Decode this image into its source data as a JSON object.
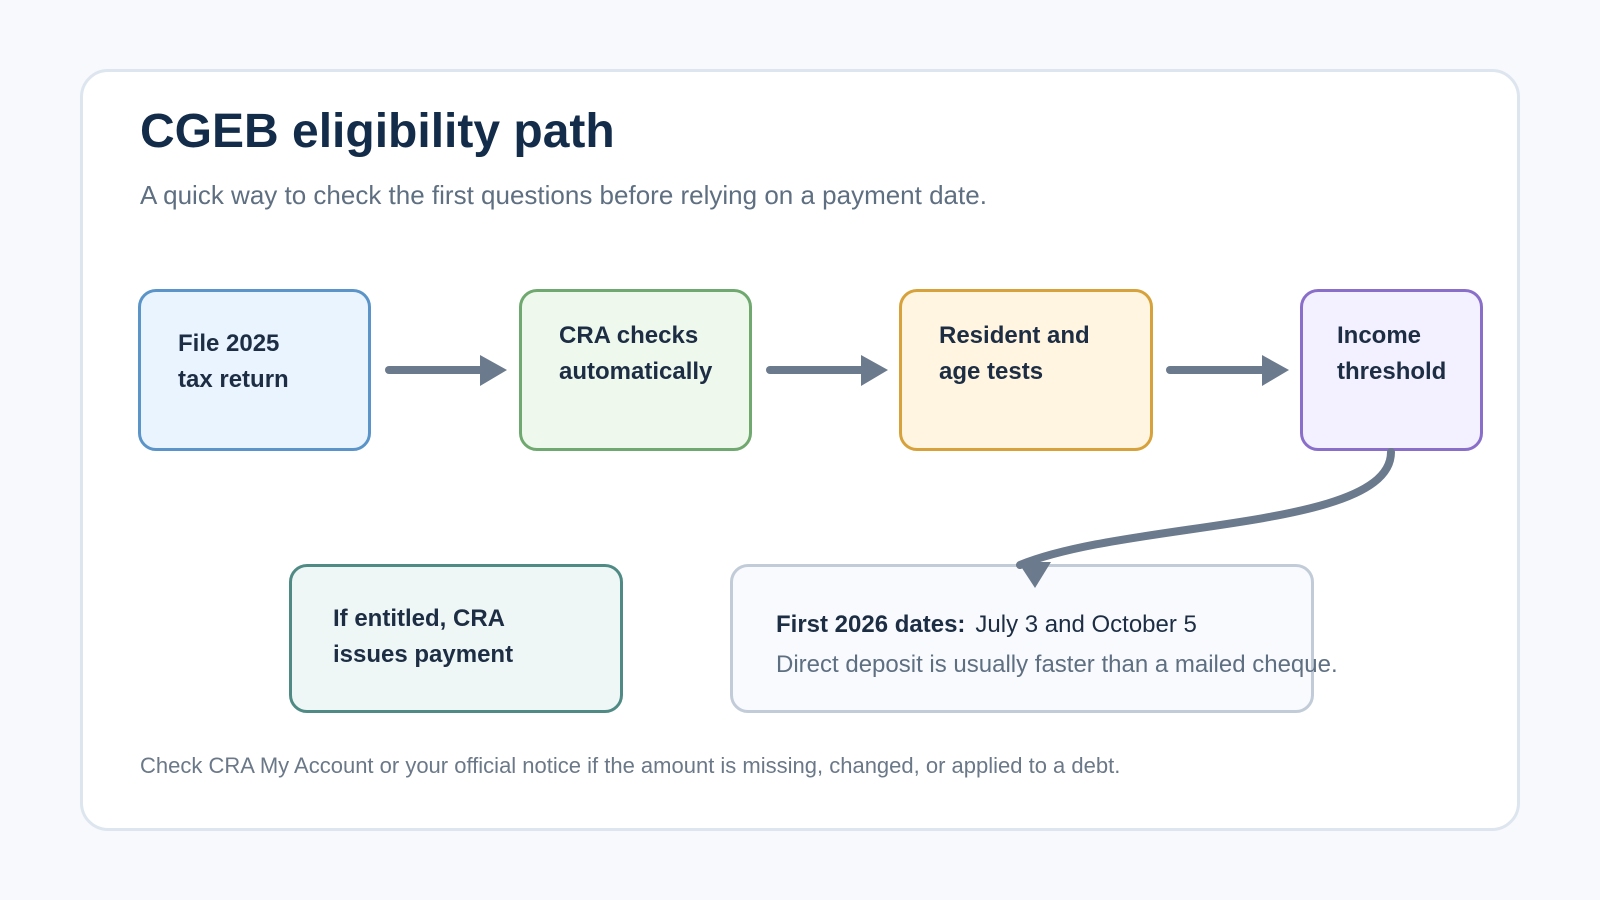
{
  "title": "CGEB eligibility path",
  "subtitle": "A quick way to check the first questions before relying on a payment date.",
  "steps": [
    {
      "id": "file",
      "label": "File 2025\ntax return",
      "fill": "#eaf4ff",
      "stroke": "#5a94c8"
    },
    {
      "id": "cra",
      "label": "CRA checks\nautomatically",
      "fill": "#eef8ed",
      "stroke": "#6fa96f"
    },
    {
      "id": "resident",
      "label": "Resident and\nage tests",
      "fill": "#fff5e0",
      "stroke": "#d7a23c"
    },
    {
      "id": "income",
      "label": "Income\nthreshold",
      "fill": "#f3f0ff",
      "stroke": "#8a6fca"
    }
  ],
  "outcome": {
    "label": "If entitled, CRA\nissues payment",
    "fill": "#eef7f6",
    "stroke": "#4f8b84"
  },
  "dates": {
    "label": "First 2026 dates:",
    "value": "July 3 and October 5",
    "note": "Direct deposit is usually faster than a mailed cheque."
  },
  "footnote": "Check CRA My Account or your official notice if the amount is missing, changed, or applied to a debt.",
  "colors": {
    "arrow": "#6b7a8d",
    "title": "#132c4a",
    "muted_text": "#5f6f82"
  }
}
